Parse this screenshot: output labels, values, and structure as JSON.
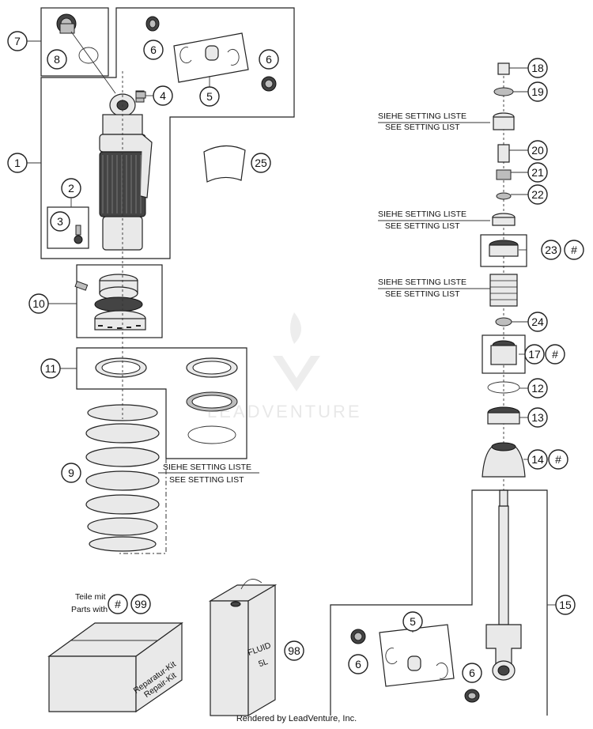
{
  "callouts": {
    "c1": "1",
    "c2": "2",
    "c3": "3",
    "c4": "4",
    "c5a": "5",
    "c5b": "5",
    "c6a": "6",
    "c6b": "6",
    "c6c": "6",
    "c6d": "6",
    "c7": "7",
    "c8": "8",
    "c9": "9",
    "c10": "10",
    "c11": "11",
    "c12": "12",
    "c13": "13",
    "c14": "14",
    "c15": "15",
    "c17": "17",
    "c18": "18",
    "c19": "19",
    "c20": "20",
    "c21": "21",
    "c22": "22",
    "c23": "23",
    "c24": "24",
    "c25": "25",
    "c98": "98",
    "c99": "99",
    "h17": "#",
    "h23": "#",
    "h14": "#",
    "h99": "#"
  },
  "labels": {
    "setting_de": "SIEHE SETTING LISTE",
    "setting_en": "SEE SETTING LIST",
    "parts_de": "Teile mit",
    "parts_en": "Parts with",
    "kit_de": "Reparatur-Kit",
    "kit_en": "Repair-Kit",
    "fluid_1": "FLUID",
    "fluid_2": "5L"
  },
  "watermark": "LEADVENTURE",
  "footer": "Rendered by LeadVenture, Inc."
}
